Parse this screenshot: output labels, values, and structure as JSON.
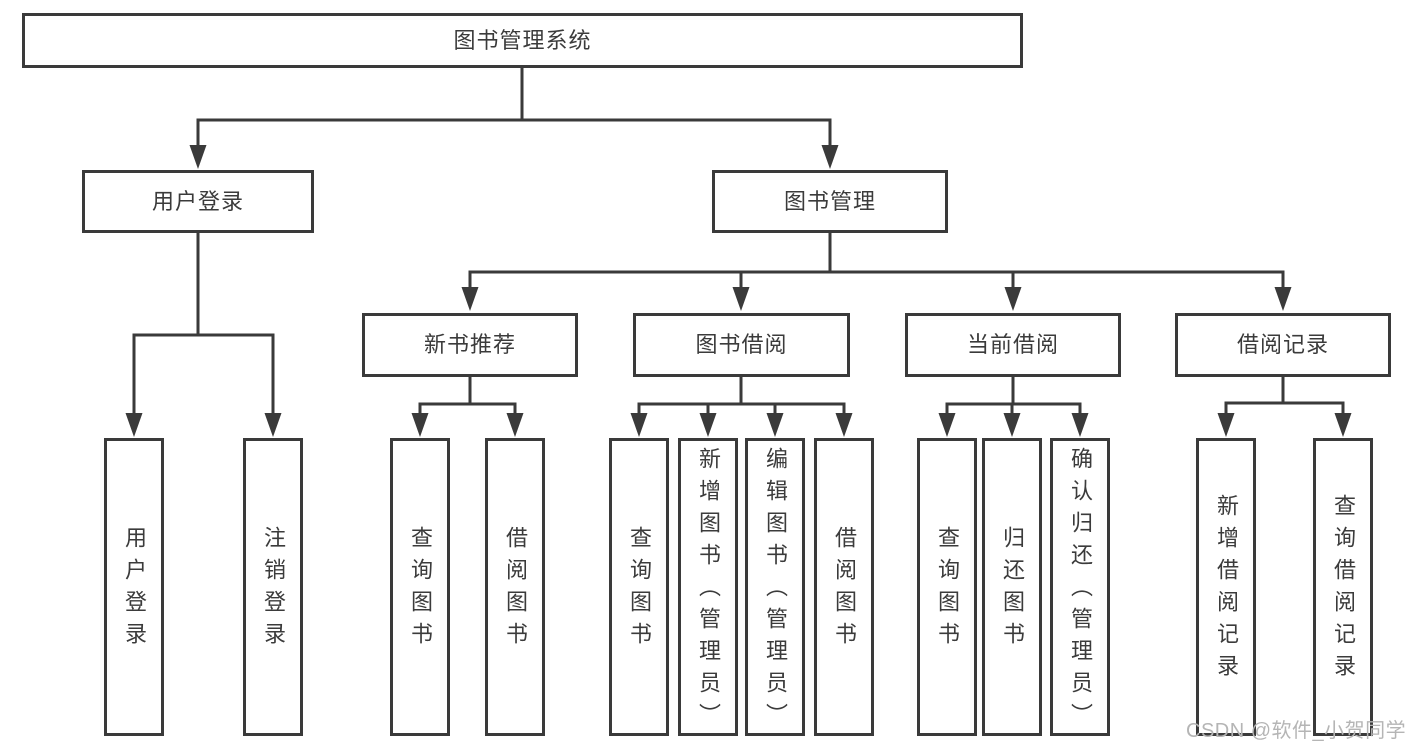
{
  "watermark": "CSDN @软件_小贺同学",
  "colors": {
    "line": "#3a3a3a",
    "text": "#3b3b3b",
    "box-bg": "#ffffff",
    "watermark-color": "#b5b5b5",
    "page-bg": "#ffffff"
  },
  "tree": {
    "root": {
      "label": "图书管理系统"
    },
    "user_login": {
      "label": "用户登录",
      "children": [
        "用户登录",
        "注销登录"
      ]
    },
    "book_mgmt": {
      "label": "图书管理"
    },
    "new_books": {
      "label": "新书推荐",
      "children": [
        "查询图书",
        "借阅图书"
      ]
    },
    "book_borrow": {
      "label": "图书借阅",
      "children": [
        "查询图书",
        "新增图书（管理员）",
        "编辑图书（管理员）",
        "借阅图书"
      ]
    },
    "current_borrow": {
      "label": "当前借阅",
      "children": [
        "查询图书",
        "归还图书",
        "确认归还（管理员）"
      ]
    },
    "borrow_records": {
      "label": "借阅记录",
      "children": [
        "新增借阅记录",
        "查询借阅记录"
      ]
    }
  }
}
